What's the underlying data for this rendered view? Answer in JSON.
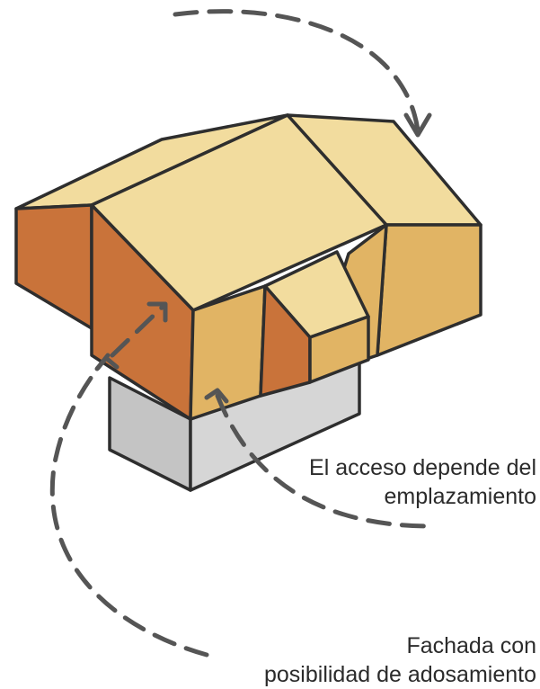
{
  "annotations": {
    "access": {
      "line1": "El acceso depende del",
      "line2": "emplazamiento"
    },
    "facade": {
      "line1": "Fachada con",
      "line2": "posibilidad de adosamiento"
    }
  },
  "colors": {
    "roof": "#f2dc9e",
    "wall_orange": "#c9733a",
    "wall_gold": "#e1b464",
    "base_gray": "#cccccc",
    "outline": "#2e2e2e",
    "dashed_arrow": "#555555",
    "text": "#2b2b2b"
  }
}
